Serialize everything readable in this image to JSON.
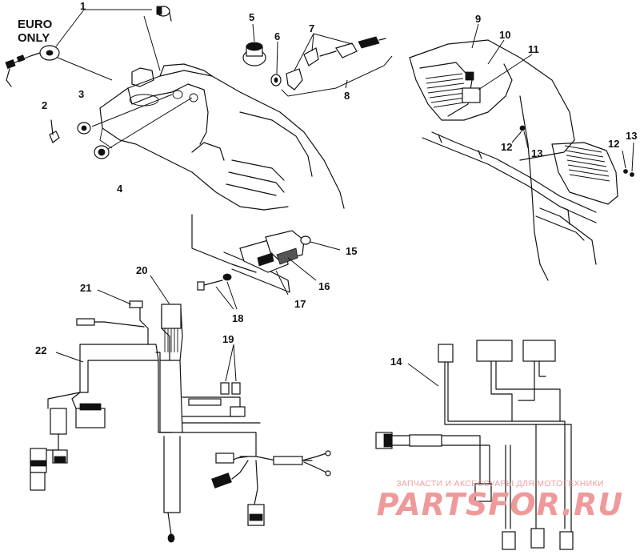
{
  "note": {
    "line1": "EURO",
    "line2": "ONLY"
  },
  "callouts": [
    "1",
    "2",
    "3",
    "4",
    "5",
    "6",
    "7",
    "8",
    "9",
    "10",
    "11",
    "12",
    "13",
    "12",
    "13",
    "14",
    "15",
    "16",
    "17",
    "18",
    "19",
    "20",
    "21",
    "22"
  ],
  "watermark": {
    "tagline": "ЗАПЧАСТИ И АКСЕССУАРЫ ДЛЯ МОТОТЕХНИКИ",
    "logo": "PARTSFOR.RU"
  }
}
